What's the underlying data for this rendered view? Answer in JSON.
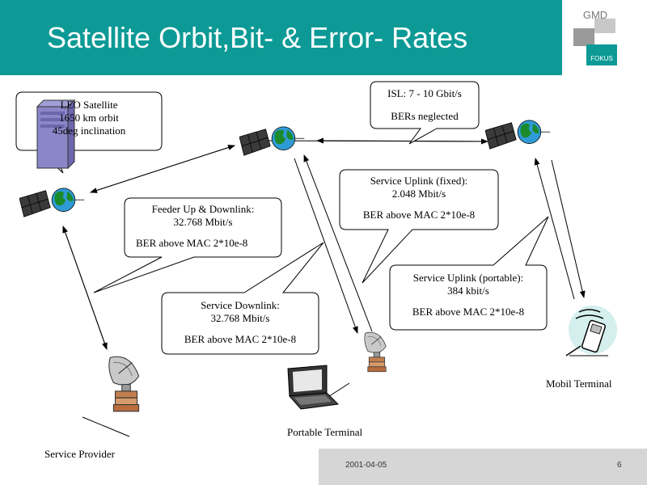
{
  "slide": {
    "title": "Satellite Orbit,Bit- & Error- Rates",
    "date": "2001-04-05",
    "page_number": "6",
    "logo_text_top": "GMD",
    "logo_text_bottom": "FOKUS"
  },
  "callouts": {
    "leo": {
      "line1": "LEO Satellite",
      "line2": "1650 km orbit",
      "line3": "45deg inclination"
    },
    "isl": {
      "line1": "ISL: 7 - 10 Gbit/s",
      "line2": "BERs neglected"
    },
    "feeder": {
      "line1": "Feeder Up & Downlink:",
      "line2": "32.768 Mbit/s",
      "line3": "BER above MAC 2*10e-8"
    },
    "uplink_fixed": {
      "line1": "Service Uplink (fixed):",
      "line2": "2.048 Mbit/s",
      "line3": "BER above MAC 2*10e-8"
    },
    "uplink_portable": {
      "line1": "Service Uplink (portable):",
      "line2": "384 kbit/s",
      "line3": "BER above MAC 2*10e-8"
    },
    "downlink": {
      "line1": "Service Downlink:",
      "line2": "32.768 Mbit/s",
      "line3": "BER above MAC 2*10e-8"
    }
  },
  "nodes": {
    "service_provider": "Service Provider",
    "portable_terminal": "Portable Terminal",
    "mobil_terminal": "Mobil Terminal"
  },
  "icons": [
    "satellite-icon",
    "globe-icon",
    "server-icon",
    "satellite-dish-icon",
    "laptop-icon",
    "mobile-phone-icon"
  ],
  "colors": {
    "header": "#0d9a96",
    "footer": "#d6d6d6"
  }
}
